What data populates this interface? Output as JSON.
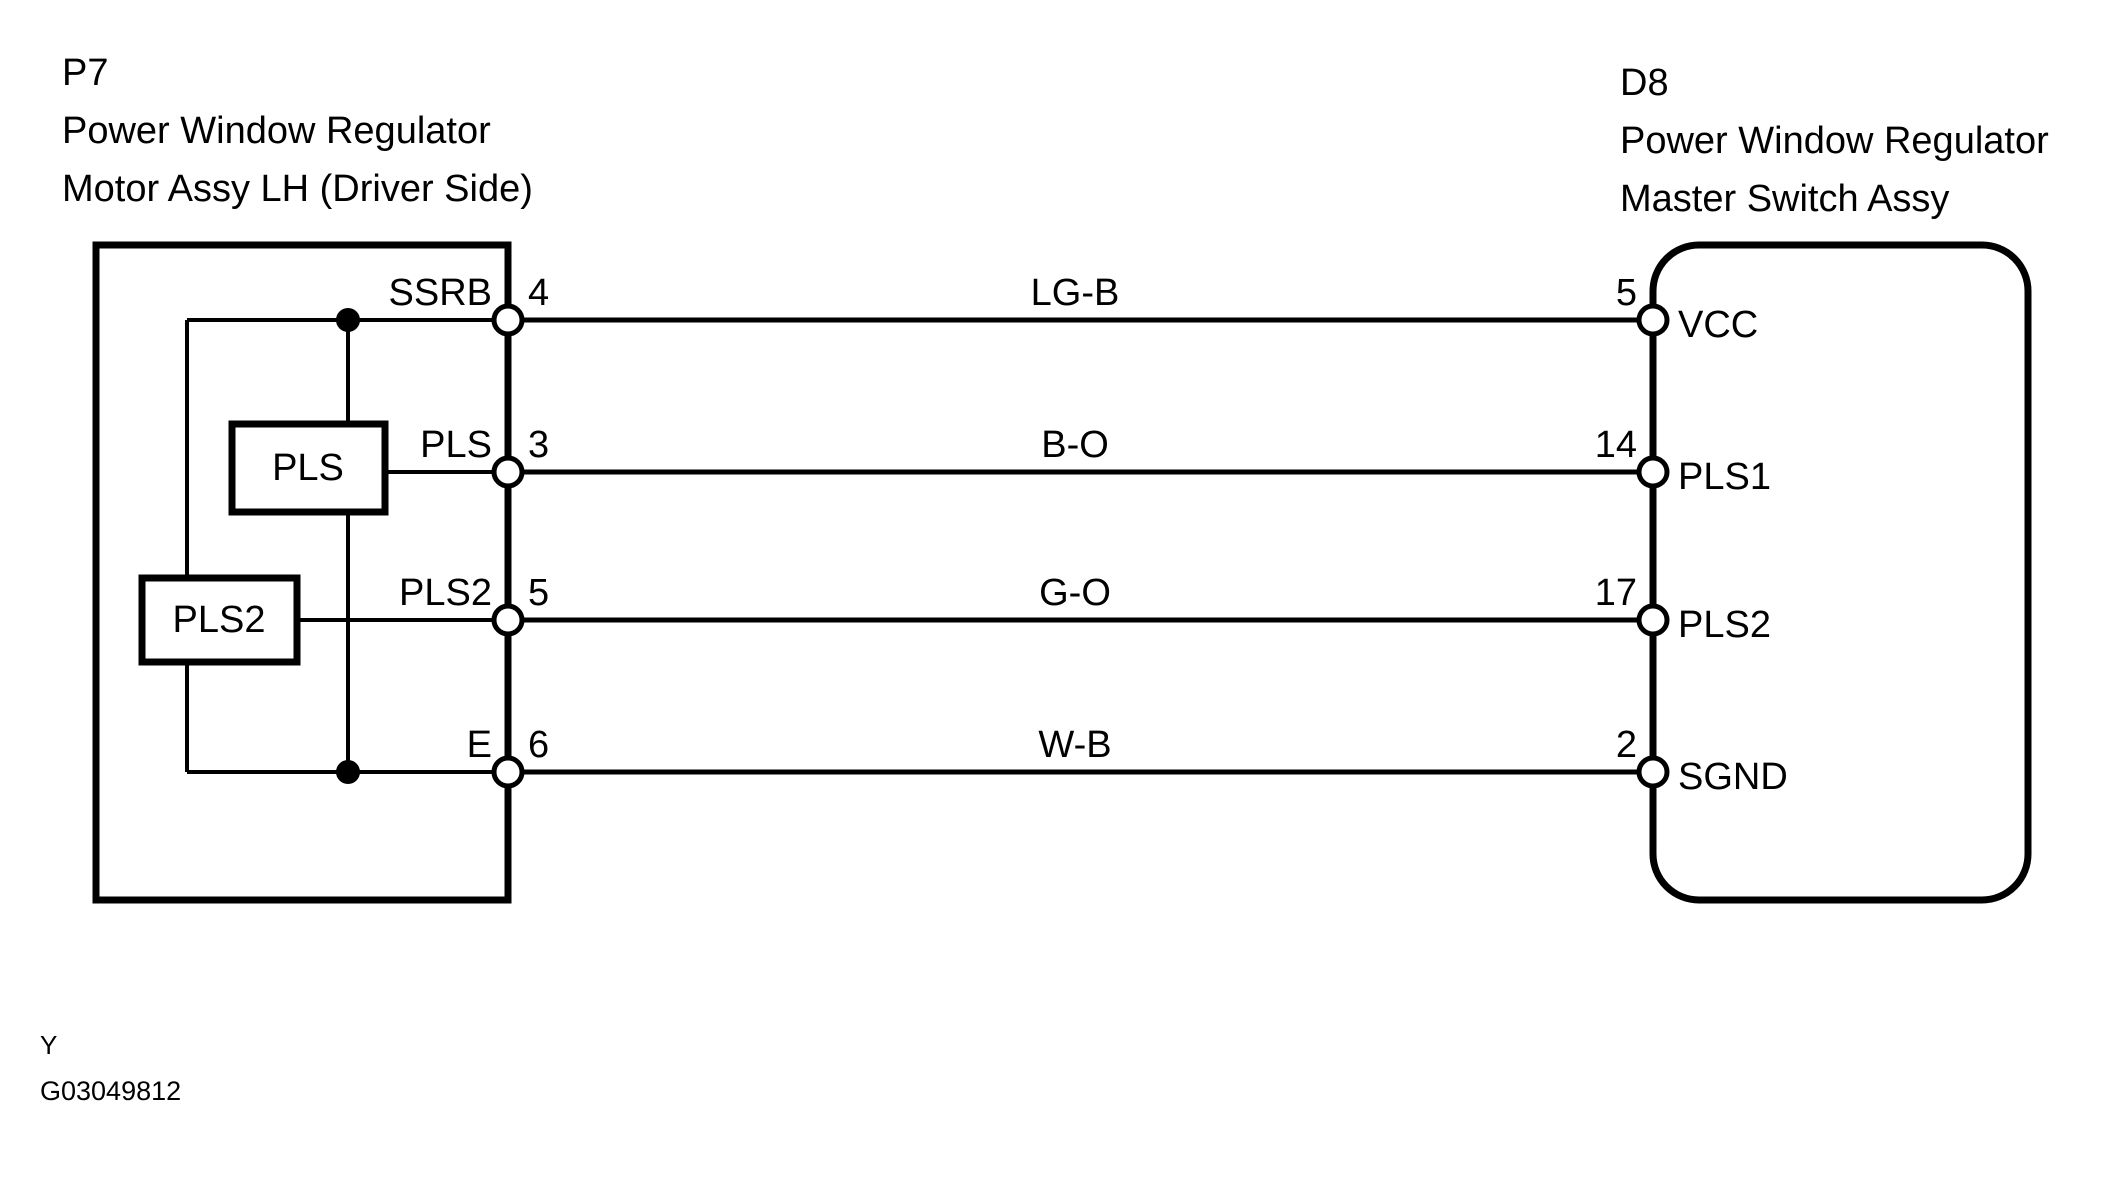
{
  "diagram": {
    "type": "automotive-wiring-diagram",
    "footer_note": "Y",
    "figure_id": "G03049812",
    "background_color": "#ffffff",
    "line_color": "#000000"
  },
  "left_connector": {
    "code": "P7",
    "name_line1": "Power Window Regulator",
    "name_line2": "Motor Assy LH (Driver Side)",
    "internal_components": [
      {
        "label": "PLS"
      },
      {
        "label": "PLS2"
      }
    ],
    "pins": [
      {
        "signal": "SSRB",
        "number": "4"
      },
      {
        "signal": "PLS",
        "number": "3"
      },
      {
        "signal": "PLS2",
        "number": "5"
      },
      {
        "signal": "E",
        "number": "6"
      }
    ]
  },
  "right_connector": {
    "code": "D8",
    "name_line1": "Power Window Regulator",
    "name_line2": "Master Switch Assy",
    "pins": [
      {
        "signal": "VCC",
        "number": "5"
      },
      {
        "signal": "PLS1",
        "number": "14"
      },
      {
        "signal": "PLS2",
        "number": "17"
      },
      {
        "signal": "SGND",
        "number": "2"
      }
    ]
  },
  "wires": [
    {
      "color_code": "LG-B",
      "from_pin": "4",
      "to_pin": "5"
    },
    {
      "color_code": "B-O",
      "from_pin": "3",
      "to_pin": "14"
    },
    {
      "color_code": "G-O",
      "from_pin": "5",
      "to_pin": "17"
    },
    {
      "color_code": "W-B",
      "from_pin": "6",
      "to_pin": "2"
    }
  ]
}
